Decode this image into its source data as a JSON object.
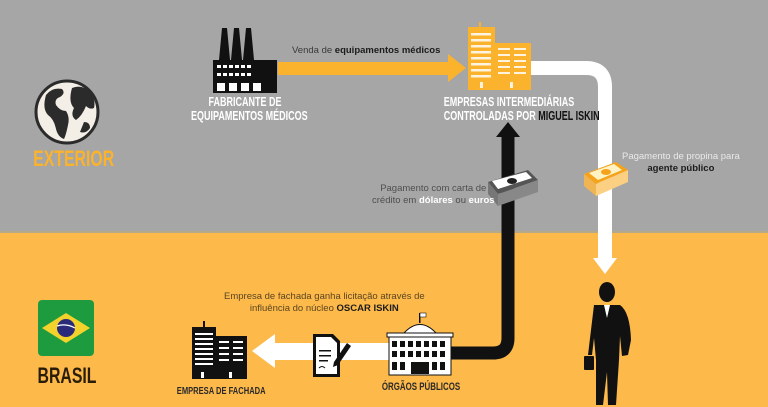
{
  "colors": {
    "exterior_bg": "#a6a6a6",
    "brasil_bg": "#fdb94a",
    "accent_orange": "#fbb22c",
    "black": "#111111",
    "white": "#ffffff"
  },
  "regions": {
    "exterior": {
      "label": "EXTERIOR",
      "icon": "globe-icon"
    },
    "brasil": {
      "label": "BRASIL",
      "icon": "brazil-flag-icon"
    }
  },
  "nodes": {
    "manufacturer": {
      "line1": "FABRICANTE DE",
      "line2": "EQUIPAMENTOS MÉDICOS",
      "icon": "factory-icon"
    },
    "intermediaries": {
      "line1": "EMPRESAS INTERMEDIÁRIAS",
      "line2_prefix": "CONTROLADAS POR ",
      "line2_highlight": "MIGUEL ISKIN",
      "icon": "office-buildings-icon"
    },
    "public_agencies": {
      "label": "ÓRGÃOS PÚBLICOS",
      "icon": "government-building-icon"
    },
    "front_company": {
      "label": "EMPRESA DE FACHADA",
      "icon": "office-buildings-icon"
    },
    "public_agent": {
      "icon": "businessman-icon"
    }
  },
  "flows": {
    "sale": {
      "prefix": "Venda de ",
      "bold": "equipamentos médicos"
    },
    "bribe": {
      "line1": "Pagamento de propina para",
      "bold": "agente público"
    },
    "card_payment": {
      "line1": "Pagamento com carta de",
      "line2_prefix": "crédito em ",
      "bold1": "dólares",
      "mid": " ou ",
      "bold2": "euros"
    },
    "bid": {
      "line1": "Empresa de fachada ganha licitação através de",
      "line2_prefix": "influência do núcleo ",
      "bold": "OSCAR ISKIN",
      "icon": "contract-signing-icon"
    }
  }
}
